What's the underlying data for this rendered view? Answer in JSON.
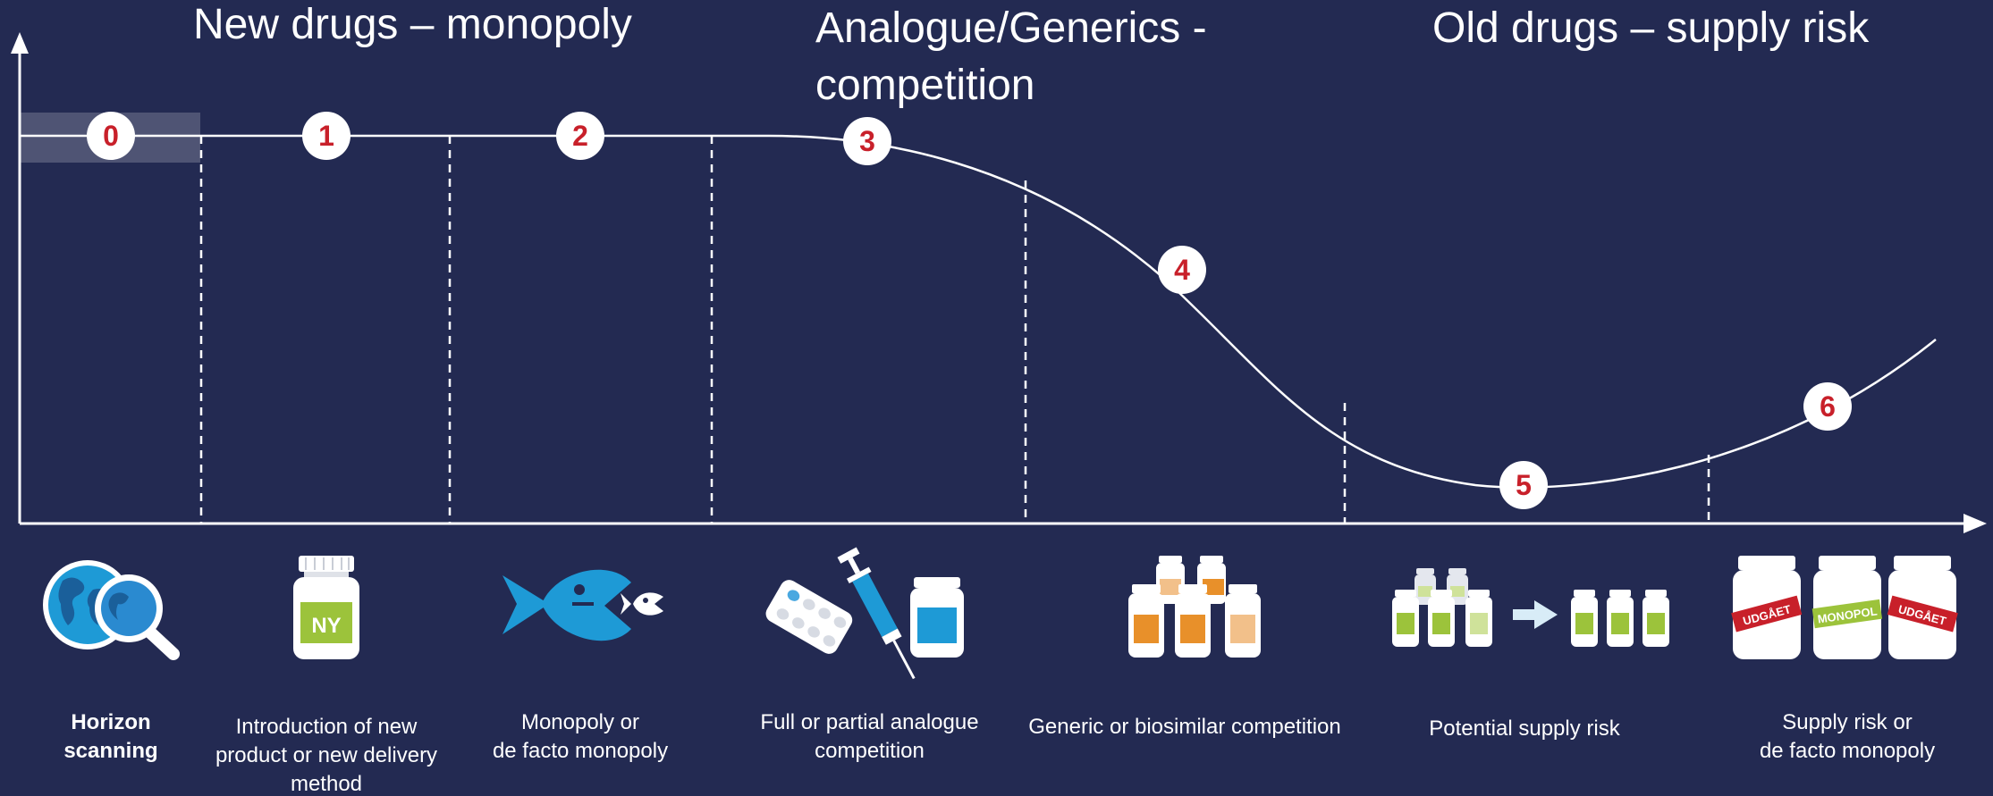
{
  "phases": [
    {
      "title": "New drugs – monopoly"
    },
    {
      "title_line1": "Analogue/Generics -",
      "title_line2": "competition"
    },
    {
      "title": "Old drugs – supply risk"
    }
  ],
  "stages": [
    {
      "number": "0",
      "label_lines": [
        "Horizon",
        "scanning"
      ],
      "icon": "globe-magnifier-icon"
    },
    {
      "number": "1",
      "label_lines": [
        "Introduction of new",
        "product or new delivery",
        "method"
      ],
      "icon": "new-drug-bottle-icon",
      "bottle_label": "NY"
    },
    {
      "number": "2",
      "label_lines": [
        "Monopoly or",
        "de facto monopoly"
      ],
      "icon": "big-fish-eats-small-fish-icon"
    },
    {
      "number": "3",
      "label_lines": [
        "Full or partial analogue",
        "competition"
      ],
      "icon": "pills-syringe-bottle-icon"
    },
    {
      "number": "4",
      "label_lines": [
        "Generic or biosimilar competition"
      ],
      "icon": "multiple-bottles-icon"
    },
    {
      "number": "5",
      "label_lines": [
        "Potential supply risk"
      ],
      "icon": "bottles-arrow-icon"
    },
    {
      "number": "6",
      "label_lines": [
        "Supply risk or",
        "de facto monopoly"
      ],
      "icon": "discontinued-bottles-icon",
      "bottle_labels": [
        "UDGÅET",
        "MONOPOL",
        "UDGÅET"
      ]
    }
  ],
  "colors": {
    "background": "#232a52",
    "number": "#c8202a",
    "icon_blue": "#1e9ad6",
    "green": "#9cc33b",
    "orange": "#e8902a",
    "red_label": "#c8202a"
  }
}
